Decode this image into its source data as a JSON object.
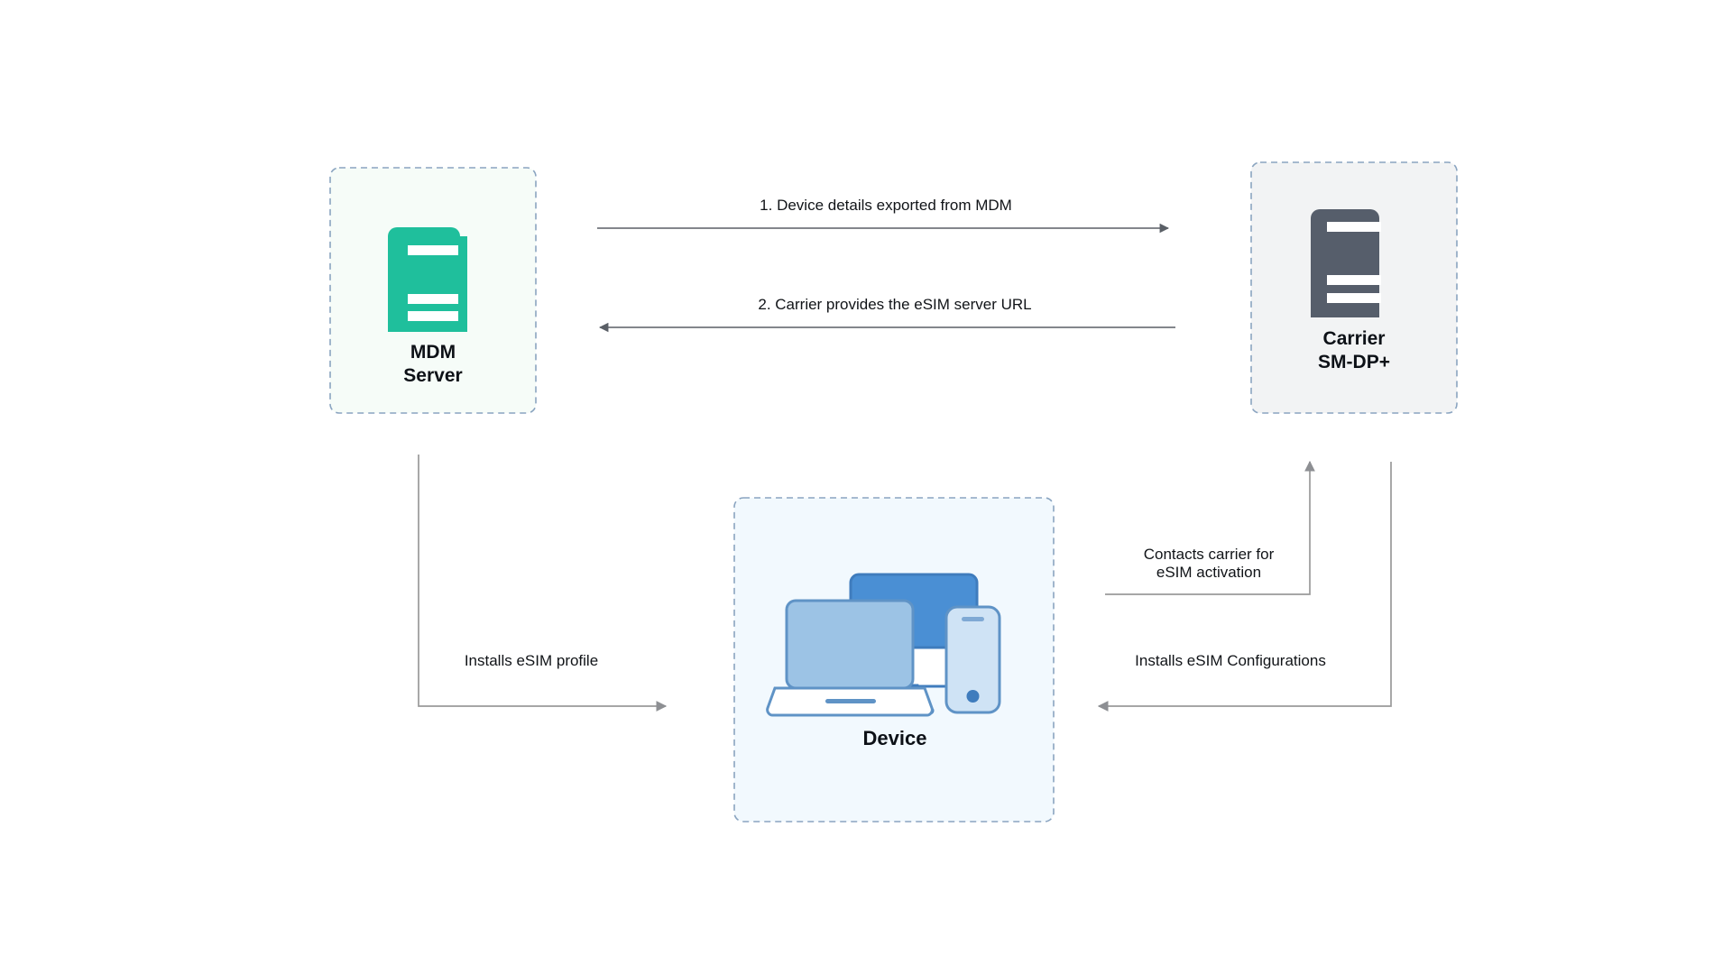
{
  "diagram": {
    "type": "flow-diagram",
    "title_visible": false,
    "background_color": "#ffffff",
    "nodes": [
      {
        "id": "mdm",
        "name": "mdm-server-node",
        "label_line1": "MDM",
        "label_line2": "Server",
        "icon": "server-icon",
        "icon_color": "#1fbf9c",
        "box_fill": "#f6fcf8",
        "box_border": "#8aa4c0",
        "box_border_style": "dashed"
      },
      {
        "id": "carrier",
        "name": "carrier-smdp-node",
        "label_line1": "Carrier",
        "label_line2": "SM-DP+",
        "icon": "server-icon",
        "icon_color": "#565e6b",
        "box_fill": "#f2f3f4",
        "box_border": "#8aa4c0",
        "box_border_style": "dashed"
      },
      {
        "id": "device",
        "name": "device-node",
        "label_line1": "Device",
        "label_line2": "",
        "icon": "devices-cluster-icon",
        "icon_color": "#4a8fd4",
        "box_fill": "#f2f9fe",
        "box_border": "#8aa4c0",
        "box_border_style": "dashed"
      }
    ],
    "edges": [
      {
        "id": "e1",
        "name": "edge-mdm-to-carrier",
        "label": "1.  Device details exported from MDM",
        "from": "mdm",
        "to": "carrier",
        "direction": "right"
      },
      {
        "id": "e2",
        "name": "edge-carrier-to-mdm",
        "label": "2. Carrier provides the eSIM server URL",
        "from": "carrier",
        "to": "mdm",
        "direction": "left"
      },
      {
        "id": "e3",
        "name": "edge-mdm-to-device",
        "label": "Installs eSIM profile",
        "from": "mdm",
        "to": "device",
        "direction": "right"
      },
      {
        "id": "e4",
        "name": "edge-device-to-carrier",
        "label_line1": "Contacts carrier for",
        "label_line2": "eSIM activation",
        "from": "device",
        "to": "carrier",
        "direction": "up"
      },
      {
        "id": "e5",
        "name": "edge-carrier-to-device",
        "label": "Installs eSIM Configurations",
        "from": "carrier",
        "to": "device",
        "direction": "left"
      }
    ],
    "colors": {
      "accent_green": "#1fbf9c",
      "accent_slate": "#565e6b",
      "accent_blue": "#4a8fd4",
      "accent_blue_light": "#9cc3e5",
      "accent_blue_pale": "#cfe3f5",
      "line": "#9a9a9a",
      "line_dark": "#5a5f66",
      "dashed_border": "#8aa4c0",
      "text": "#111418"
    }
  }
}
